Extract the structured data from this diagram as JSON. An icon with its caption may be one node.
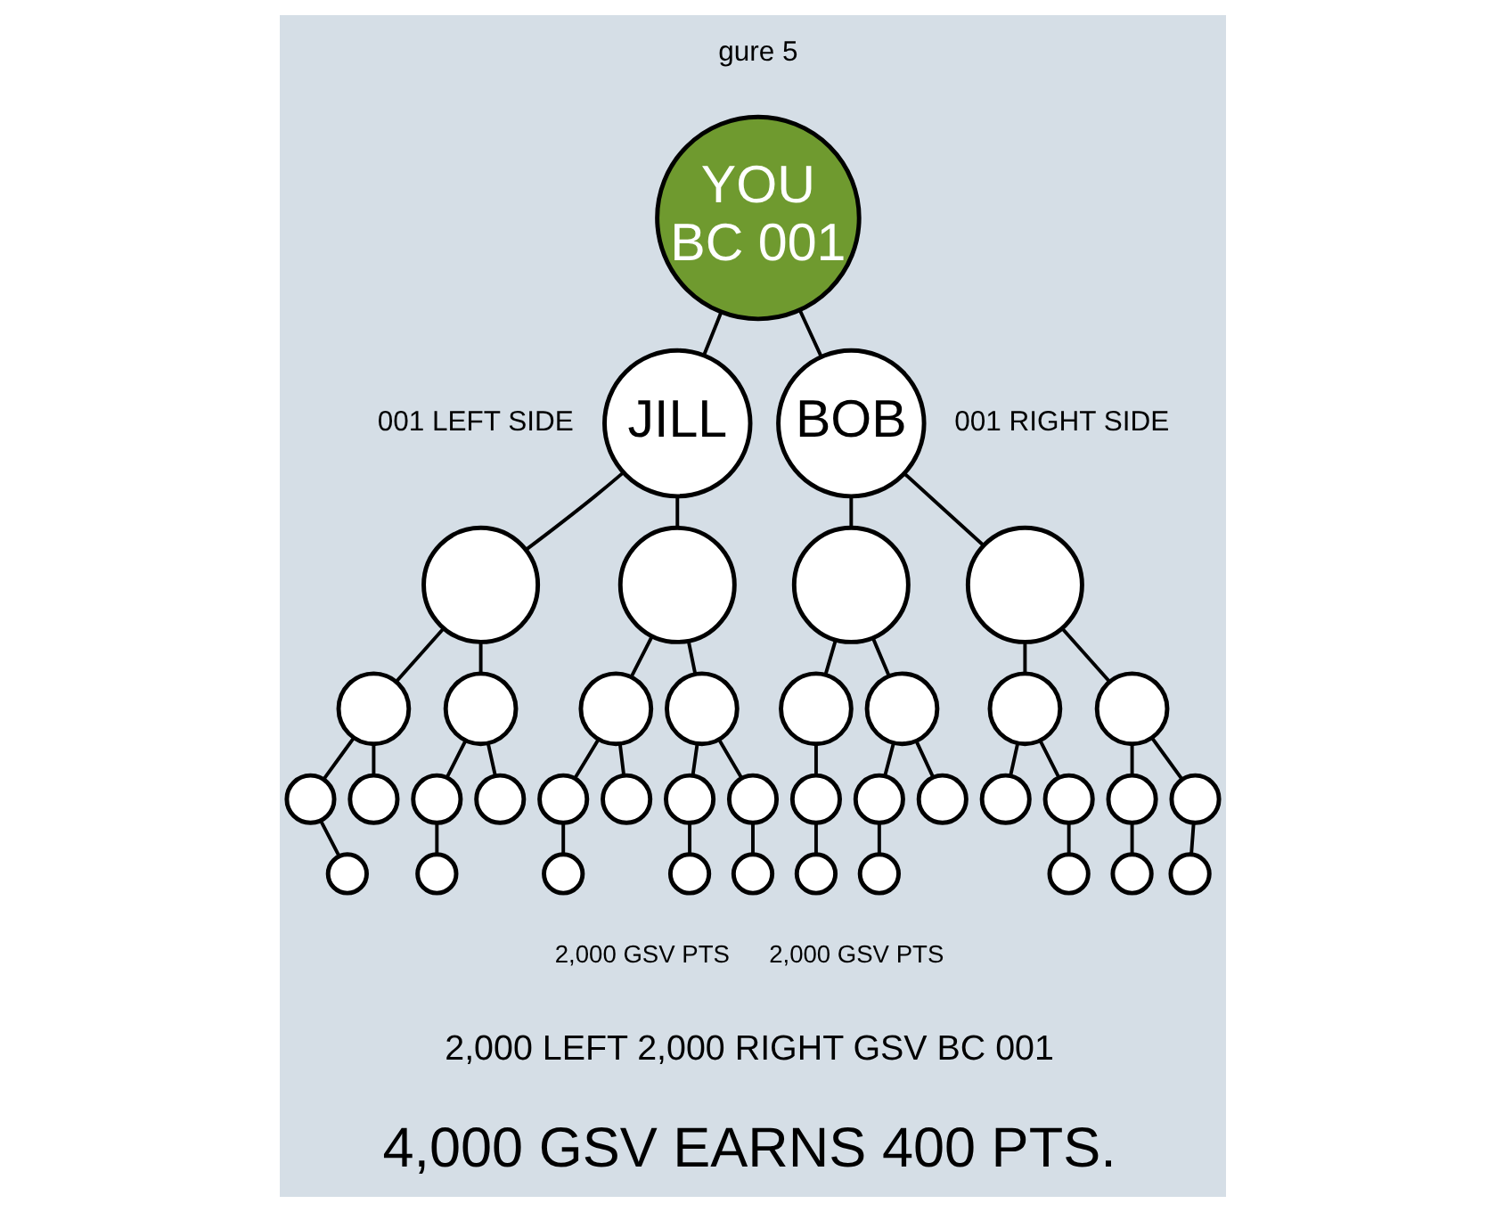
{
  "diagram": {
    "nodes": [
      {
        "text": [
          "YOU BC 001"
        ]
      },
      {
        "text": [
          "JILL"
        ],
        "beside": [
          "001 LEFT SIDE"
        ]
      },
      {
        "text": [
          "BOB"
        ],
        "beside": [
          "001 RIGHT SIDE"
        ]
      },
      {
        "text": [],
        "shape": "circle"
      },
      {
        "text": [],
        "shape": "circle"
      },
      {
        "text": [],
        "shape": "circle"
      },
      {
        "text": [],
        "shape": "circle"
      },
      {
        "text": [],
        "shape": "circle"
      },
      {
        "text": [],
        "shape": "circle"
      },
      {
        "text": [],
        "shape": "circle"
      },
      {
        "text": [],
        "shape": "circle"
      },
      {
        "text": [],
        "shape": "circle"
      },
      {
        "text": [],
        "shape": "circle"
      },
      {
        "text": [],
        "shape": "circle"
      },
      {
        "text": [],
        "shape": "circle"
      },
      {
        "text": [],
        "shape": "circle"
      },
      {
        "text": [],
        "shape": "circle"
      },
      {
        "text": [],
        "shape": "circle"
      },
      {
        "text": [],
        "shape": "circle"
      },
      {
        "text": [],
        "shape": "circle"
      },
      {
        "text": [],
        "shape": "circle"
      },
      {
        "text": [],
        "shape": "circle"
      },
      {
        "text": [],
        "shape": "circle"
      },
      {
        "text": [],
        "shape": "circle"
      },
      {
        "text": [],
        "shape": "circle"
      },
      {
        "text": [],
        "shape": "circle"
      },
      {
        "text": [],
        "shape": "circle"
      },
      {
        "text": [],
        "shape": "circle"
      },
      {
        "text": [],
        "shape": "circle"
      },
      {
        "text": [],
        "shape": "circle"
      },
      {
        "text": [],
        "shape": "circle"
      },
      {
        "text": [],
        "shape": "circle"
      },
      {
        "text": [],
        "shape": "circle"
      },
      {
        "text": [],
        "shape": "circle"
      },
      {
        "text": [],
        "shape": "circle"
      },
      {
        "text": [],
        "shape": "circle"
      },
      {
        "text": [],
        "shape": "circle"
      },
      {
        "text": [],
        "shape": "circle"
      },
      {
        "text": [],
        "shape": "circle"
      },
      {
        "text": [],
        "shape": "circle"
      }
    ],
    "edges": [
      {
        "from": 0,
        "to": 1,
        "arrow": "none"
      },
      {
        "from": 0,
        "to": 2,
        "arrow": "none"
      },
      {
        "from": 1,
        "to": 3,
        "arrow": "none"
      },
      {
        "from": 1,
        "to": 4,
        "arrow": "none"
      },
      {
        "from": 2,
        "to": 5,
        "arrow": "none"
      },
      {
        "from": 2,
        "to": 6,
        "arrow": "none"
      },
      {
        "from": 3,
        "to": 7,
        "arrow": "none"
      },
      {
        "from": 3,
        "to": 8,
        "arrow": "none"
      },
      {
        "from": 4,
        "to": 9,
        "arrow": "none"
      },
      {
        "from": 4,
        "to": 10,
        "arrow": "none"
      },
      {
        "from": 5,
        "to": 11,
        "arrow": "none"
      },
      {
        "from": 5,
        "to": 12,
        "arrow": "none"
      },
      {
        "from": 6,
        "to": 13,
        "arrow": "none"
      },
      {
        "from": 6,
        "to": 14,
        "arrow": "none"
      },
      {
        "from": 7,
        "to": 15,
        "arrow": "none"
      },
      {
        "from": 7,
        "to": 16,
        "arrow": "none"
      },
      {
        "from": 8,
        "to": 17,
        "arrow": "none"
      },
      {
        "from": 8,
        "to": 18,
        "arrow": "none"
      },
      {
        "from": 9,
        "to": 19,
        "arrow": "none"
      },
      {
        "from": 9,
        "to": 20,
        "arrow": "none"
      },
      {
        "from": 10,
        "to": 21,
        "arrow": "none"
      },
      {
        "from": 10,
        "to": 22,
        "arrow": "none"
      },
      {
        "from": 11,
        "to": 23,
        "arrow": "none"
      },
      {
        "from": 12,
        "to": 24,
        "arrow": "none"
      },
      {
        "from": 12,
        "to": 25,
        "arrow": "none"
      },
      {
        "from": 13,
        "to": 26,
        "arrow": "none"
      },
      {
        "from": 13,
        "to": 27,
        "arrow": "none"
      },
      {
        "from": 14,
        "to": 28,
        "arrow": "none"
      },
      {
        "from": 14,
        "to": 29,
        "arrow": "none"
      },
      {
        "from": 15,
        "to": 30,
        "arrow": "none"
      },
      {
        "from": 17,
        "to": 31,
        "arrow": "none"
      },
      {
        "from": 19,
        "to": 32,
        "arrow": "none"
      },
      {
        "from": 21,
        "to": 33,
        "arrow": "none"
      },
      {
        "from": 22,
        "to": 34,
        "arrow": "none"
      },
      {
        "from": 23,
        "to": 35,
        "arrow": "none"
      },
      {
        "from": 24,
        "to": 36,
        "arrow": "none"
      },
      {
        "from": 27,
        "to": 37,
        "arrow": "none"
      },
      {
        "from": 28,
        "to": 38,
        "arrow": "none"
      },
      {
        "from": 29,
        "to": 39,
        "arrow": "none"
      }
    ],
    "labels": [
      "gure 5",
      "2,000 GSV PTS",
      "2,000 GSV PTS",
      "2,000 LEFT 2,000 RIGHT GSV BC 001",
      "4,000 GSV EARNS 400 PTS."
    ]
  }
}
